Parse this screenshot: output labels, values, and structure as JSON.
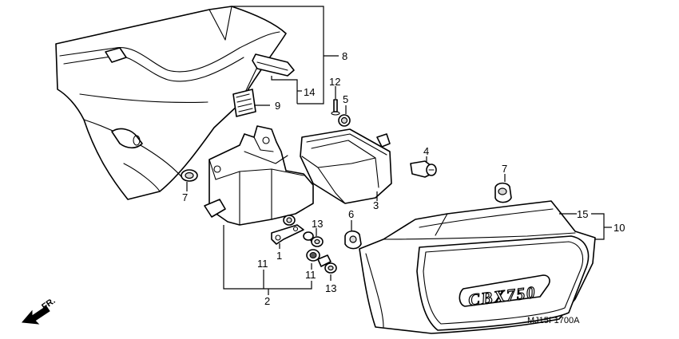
{
  "callouts": {
    "c1": "1",
    "c2": "2",
    "c3": "3",
    "c4": "4",
    "c5": "5",
    "c6": "6",
    "c7a": "7",
    "c7b": "7",
    "c8": "8",
    "c9": "9",
    "c10": "10",
    "c11a": "11",
    "c11b": "11",
    "c12": "12",
    "c13a": "13",
    "c13b": "13",
    "c14": "14",
    "c15": "15"
  },
  "emblem_text": "CBX750",
  "direction_label": "FR.",
  "diagram_code": "MJ15F1700A"
}
